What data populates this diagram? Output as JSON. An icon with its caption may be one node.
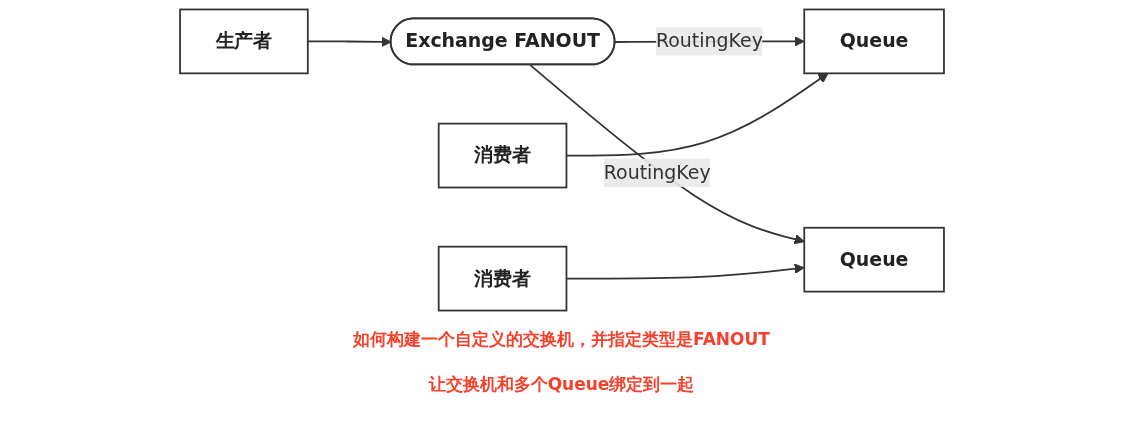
{
  "diagram": {
    "nodes": [
      {
        "text": [
          "生产者"
        ]
      },
      {
        "text": [
          "Exchange FANOUT"
        ]
      },
      {
        "text": [
          "Queue"
        ]
      },
      {
        "text": [
          "消费者"
        ]
      },
      {
        "text": [
          "Queue"
        ]
      },
      {
        "text": [
          "消费者"
        ]
      }
    ],
    "edges": [
      {
        "from": 0,
        "to": 1,
        "arrow": "to"
      },
      {
        "from": 1,
        "to": 2,
        "arrow": "to",
        "label": "RoutingKey"
      },
      {
        "from": 1,
        "to": 4,
        "arrow": "to",
        "label": "RoutingKey"
      },
      {
        "from": 3,
        "to": 2,
        "arrow": "to"
      },
      {
        "from": 5,
        "to": 4,
        "arrow": "to"
      }
    ],
    "labels": [
      "如何构建一个自定义的交换机，并指定类型是FANOUT",
      "让交换机和多个Queue绑定到一起"
    ]
  }
}
